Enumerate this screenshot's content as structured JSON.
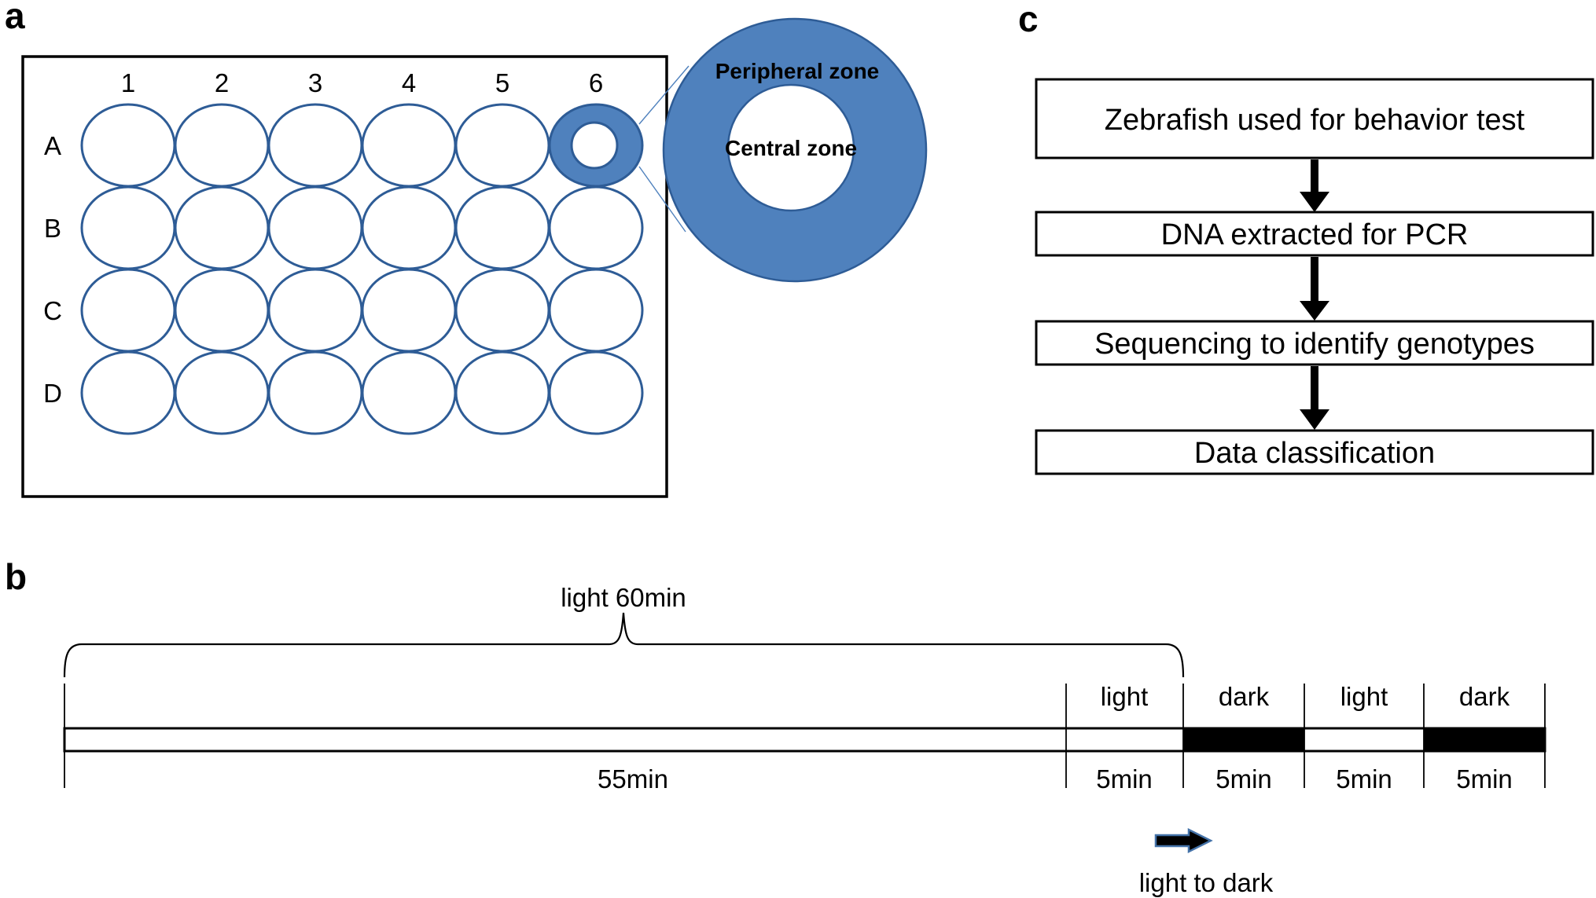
{
  "panel_a": {
    "label": "a",
    "plate": {
      "column_labels": [
        "1",
        "2",
        "3",
        "4",
        "5",
        "6"
      ],
      "row_labels": [
        "A",
        "B",
        "C",
        "D"
      ],
      "highlighted_well": "A6"
    },
    "well_zoom": {
      "peripheral_zone_label": "Peripheral zone",
      "central_zone_label": "Central zone"
    }
  },
  "panel_b": {
    "label": "b",
    "brace_label": "light 60min",
    "phase_labels": [
      "light",
      "dark",
      "light",
      "dark"
    ],
    "duration_labels": [
      "55min",
      "5min",
      "5min",
      "5min",
      "5min"
    ],
    "transition_label": "light to dark"
  },
  "panel_c": {
    "label": "c",
    "steps": [
      "Zebrafish used for behavior test",
      "DNA extracted for PCR",
      "Sequencing to identify genotypes",
      "Data classification"
    ]
  },
  "colors": {
    "zone_fill": "#4f81bd",
    "zone_outline": "#2e5c96",
    "well_outline": "#2e5c96",
    "ink": "#000000",
    "background": "#ffffff",
    "transition_arrow_outline": "#4472a8"
  }
}
